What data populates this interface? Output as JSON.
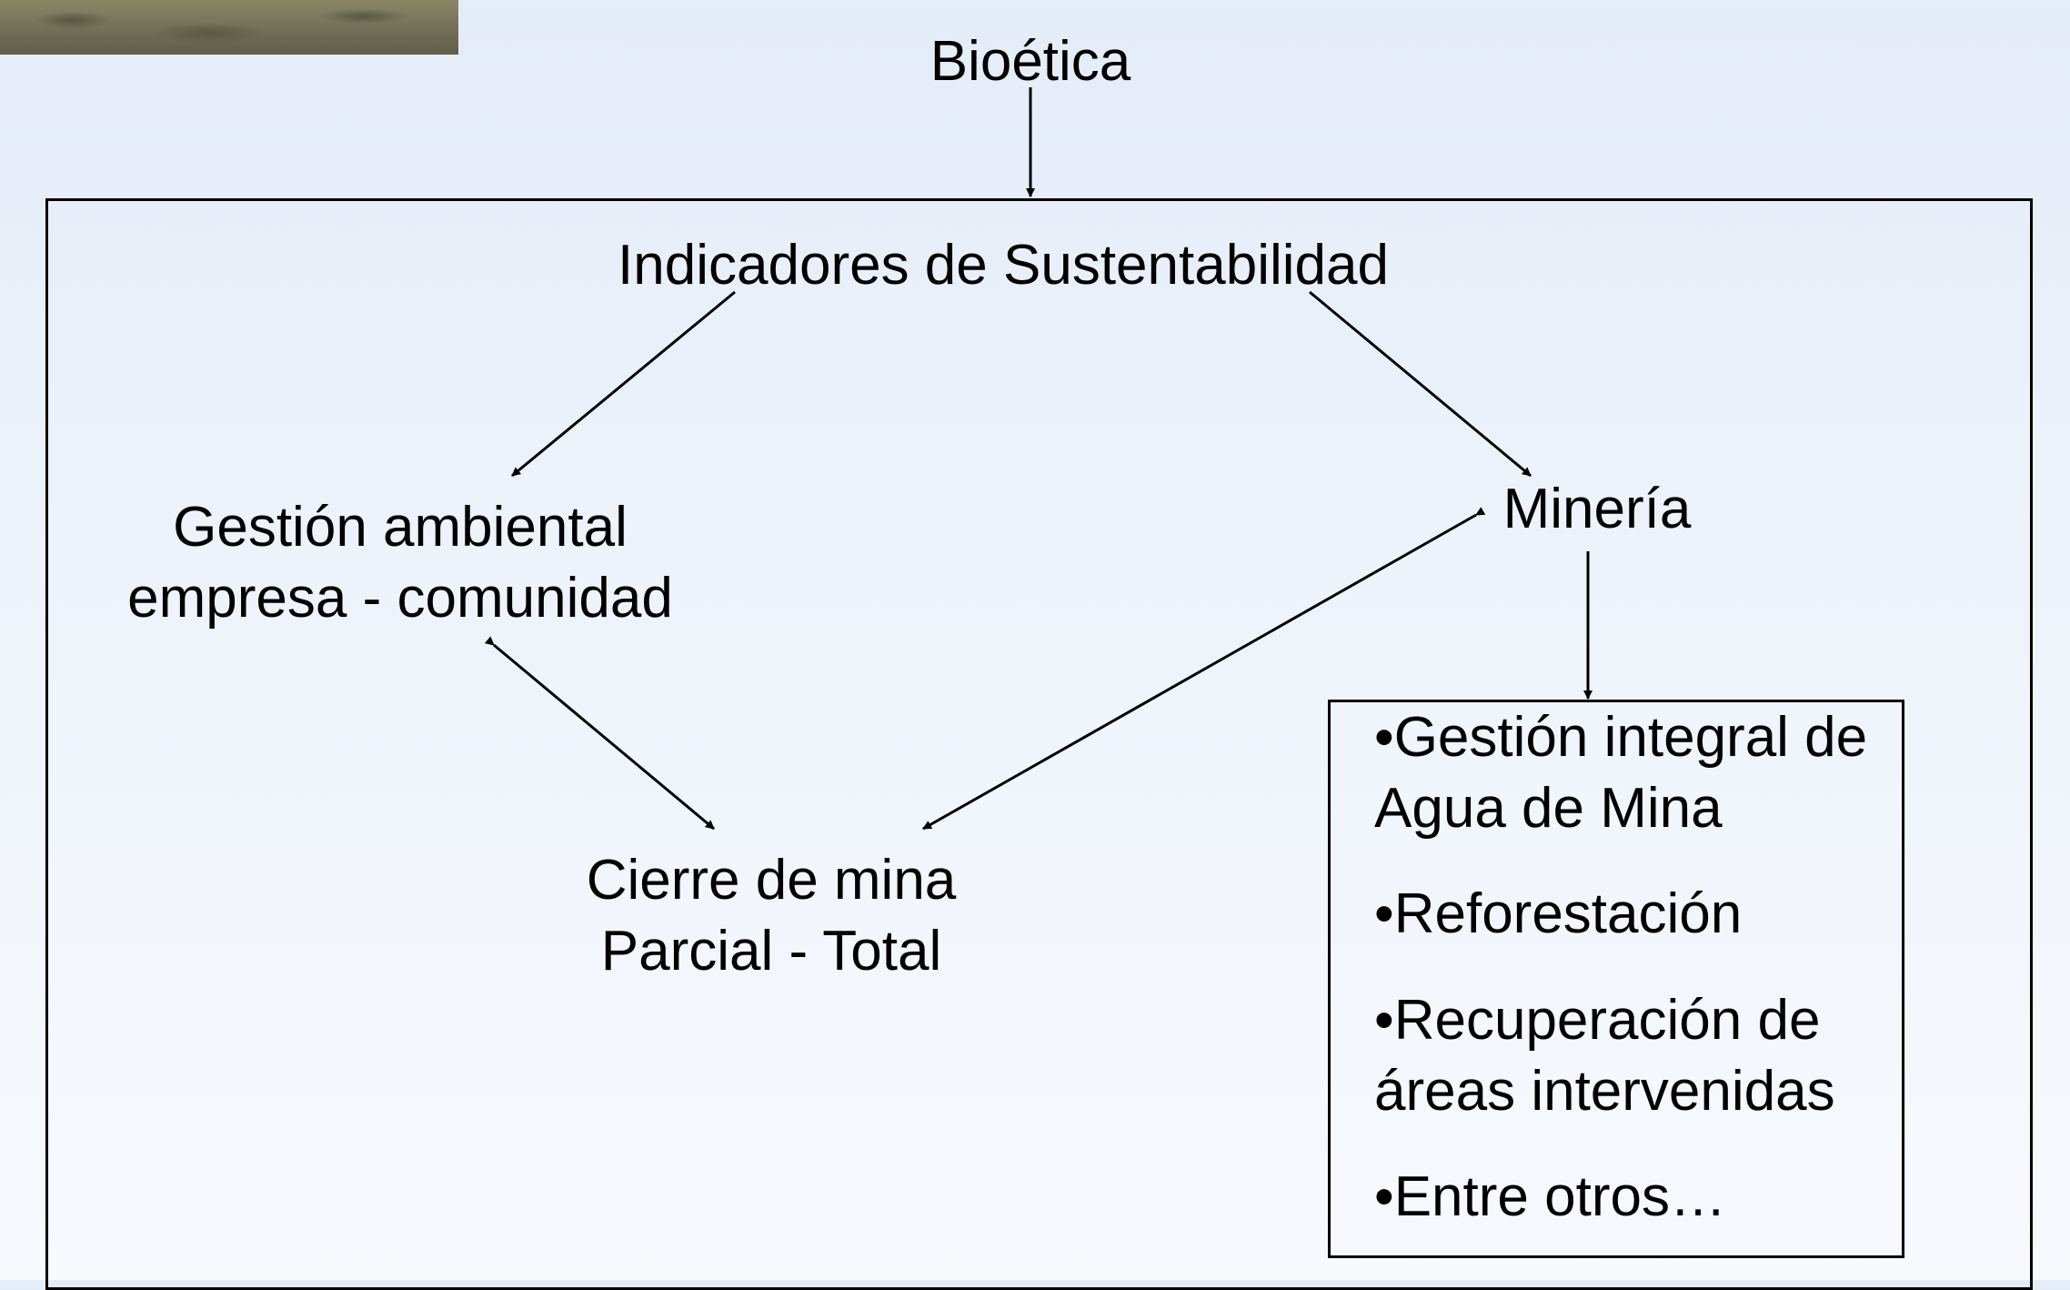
{
  "nodes": {
    "bioetica": "Bioética",
    "indicadores": "Indicadores de Sustentabilidad",
    "gestion_ambiental": [
      "Gestión ambiental",
      "empresa - comunidad"
    ],
    "mineria": "Minería",
    "cierre_mina": [
      "Cierre de mina",
      "Parcial - Total"
    ]
  },
  "mineria_items": [
    [
      "•Gestión integral de",
      "Agua de Mina"
    ],
    [
      "•Reforestación"
    ],
    [
      "•Recuperación de",
      "áreas intervenidas"
    ],
    [
      "•Entre otros…"
    ]
  ],
  "edges": [
    {
      "from": "Bioética",
      "to": "Indicadores de Sustentabilidad",
      "direction": "forward"
    },
    {
      "from": "Indicadores de Sustentabilidad",
      "to": "Gestión ambiental empresa - comunidad",
      "direction": "forward"
    },
    {
      "from": "Indicadores de Sustentabilidad",
      "to": "Minería",
      "direction": "forward"
    },
    {
      "from": "Gestión ambiental empresa - comunidad",
      "to": "Cierre de mina Parcial - Total",
      "direction": "both"
    },
    {
      "from": "Minería",
      "to": "Cierre de mina Parcial - Total",
      "direction": "both"
    },
    {
      "from": "Minería",
      "to": "mineria_items",
      "direction": "forward"
    }
  ]
}
